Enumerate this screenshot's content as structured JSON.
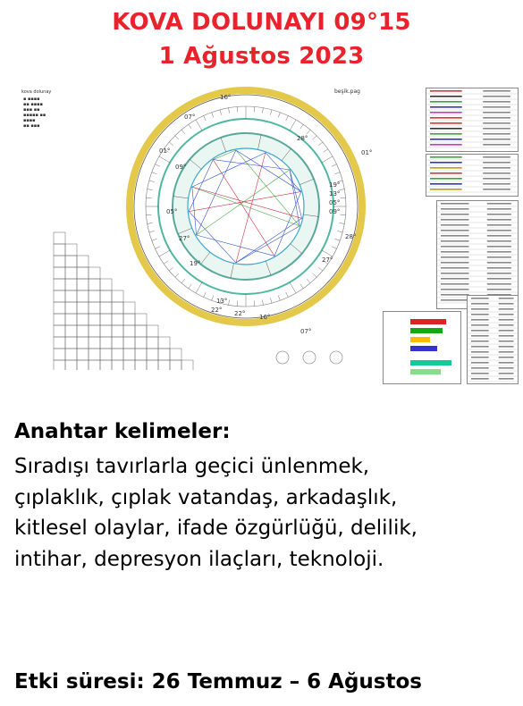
{
  "header": {
    "line1": "KOVA DOLUNAYI 09°15",
    "line2": "1 Ağustos 2023",
    "accent_color": "#e8232b"
  },
  "chart": {
    "top_left_label": "kova dolunay",
    "top_right_label": "beşik.pag",
    "degree_labels": [
      "16°",
      "07°",
      "01°",
      "05°",
      "09°",
      "27°",
      "19°",
      "13°",
      "22°",
      "16°",
      "07°",
      "22°",
      "28°",
      "19°",
      "13°",
      "05°",
      "09°",
      "28°",
      "27°",
      "01°"
    ]
  },
  "keywords": {
    "heading": "Anahtar kelimeler:",
    "lines": [
      "Sıradışı tavırlarla geçici ünlenmek,",
      "çıplaklık, çıplak vatandaş, arkadaşlık,",
      "kitlesel olaylar, ifade özgürlüğü, delilik,",
      "intihar, depresyon ilaçları, teknoloji."
    ]
  },
  "duration": {
    "text": "Etki süresi: 26 Temmuz – 6 Ağustos"
  }
}
